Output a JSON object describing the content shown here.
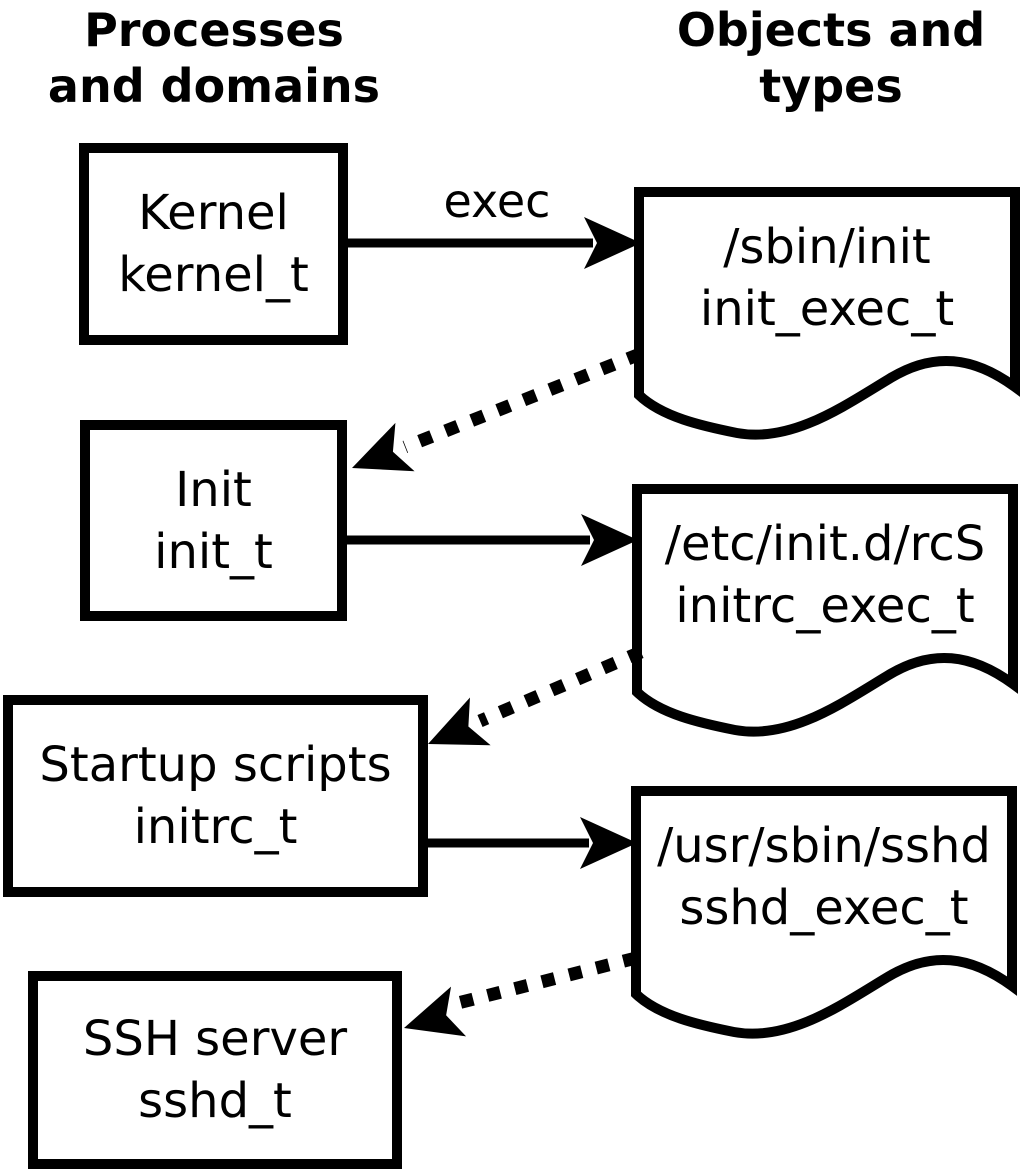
{
  "headers": {
    "left": {
      "line1": "Processes",
      "line2": "and domains"
    },
    "right": {
      "line1": "Objects and",
      "line2": "types"
    }
  },
  "processes": [
    {
      "label": "Kernel",
      "domain": "kernel_t"
    },
    {
      "label": "Init",
      "domain": "init_t"
    },
    {
      "label": "Startup scripts",
      "domain": "initrc_t"
    },
    {
      "label": "SSH server",
      "domain": "sshd_t"
    }
  ],
  "objects": [
    {
      "path": "/sbin/init",
      "type": "init_exec_t"
    },
    {
      "path": "/etc/init.d/rcS",
      "type": "initrc_exec_t"
    },
    {
      "path": "/usr/sbin/sshd",
      "type": "sshd_exec_t"
    }
  ],
  "edges": {
    "exec_label": "exec"
  },
  "colors": {
    "ink": "#000000",
    "background": "#ffffff"
  }
}
